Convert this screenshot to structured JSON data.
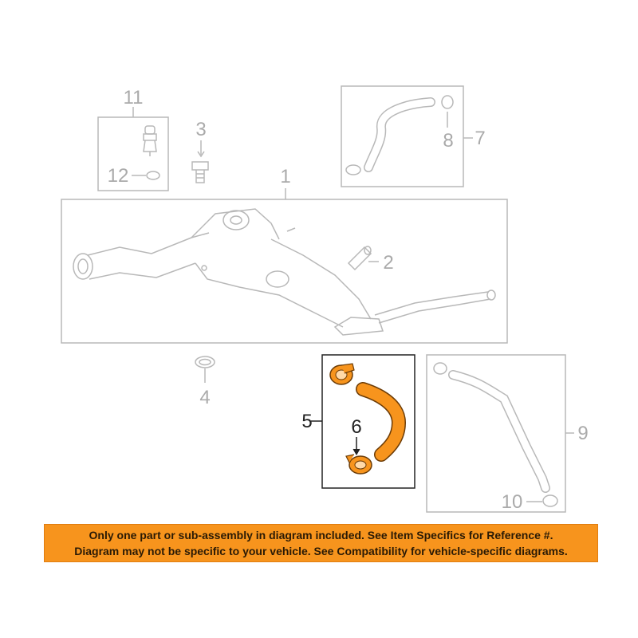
{
  "colors": {
    "highlight": "#f7941d",
    "banner_bg": "#f7941d",
    "part_gray": "#b8b8b8",
    "label_gray": "#aaaaaa",
    "label_active": "#222222"
  },
  "callouts": {
    "c1": "1",
    "c2": "2",
    "c3": "3",
    "c4": "4",
    "c5": "5",
    "c6": "6",
    "c7": "7",
    "c8": "8",
    "c9": "9",
    "c10": "10",
    "c11": "11",
    "c12": "12"
  },
  "banner": {
    "line1": "Only one part or sub-assembly in diagram included. See Item Specifics for Reference #.",
    "line2": "Diagram may not be specific to your vehicle. See Compatibility for vehicle-specific diagrams."
  }
}
